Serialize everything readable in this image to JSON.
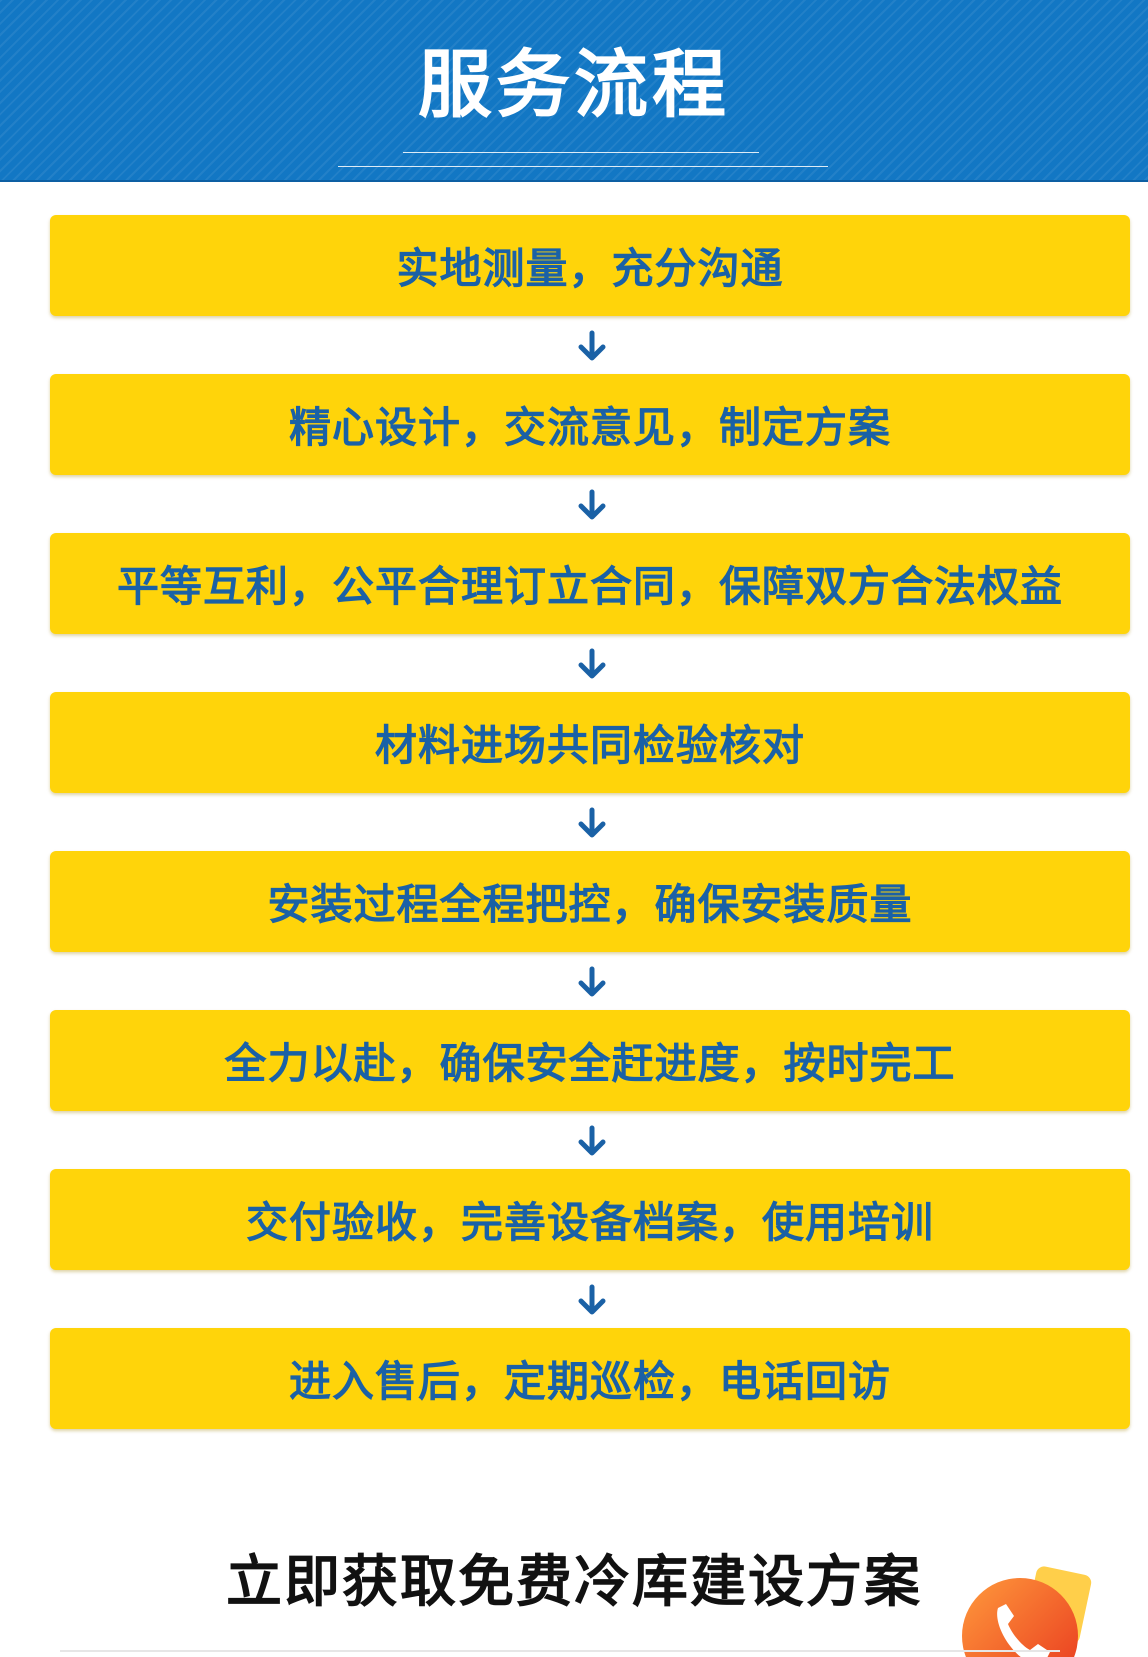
{
  "header": {
    "title": "服务流程"
  },
  "steps": [
    "实地测量，充分沟通",
    "精心设计，交流意见，制定方案",
    "平等互利，公平合理订立合同，保障双方合法权益",
    "材料进场共同检验核对",
    "安装过程全程把控，确保安装质量",
    "全力以赴，确保安全赶进度，按时完工",
    "交付验收，完善设备档案，使用培训",
    "进入售后，定期巡检，电话回访"
  ],
  "cta": {
    "label": "立即获取免费冷库建设方案",
    "icon": "phone-icon"
  },
  "colors": {
    "header_bg": "#1277c4",
    "step_bg": "#ffd40a",
    "step_text": "#1a61a6",
    "arrow": "#1a61a6",
    "cta_text": "#111111",
    "badge": "#f05a1e"
  }
}
